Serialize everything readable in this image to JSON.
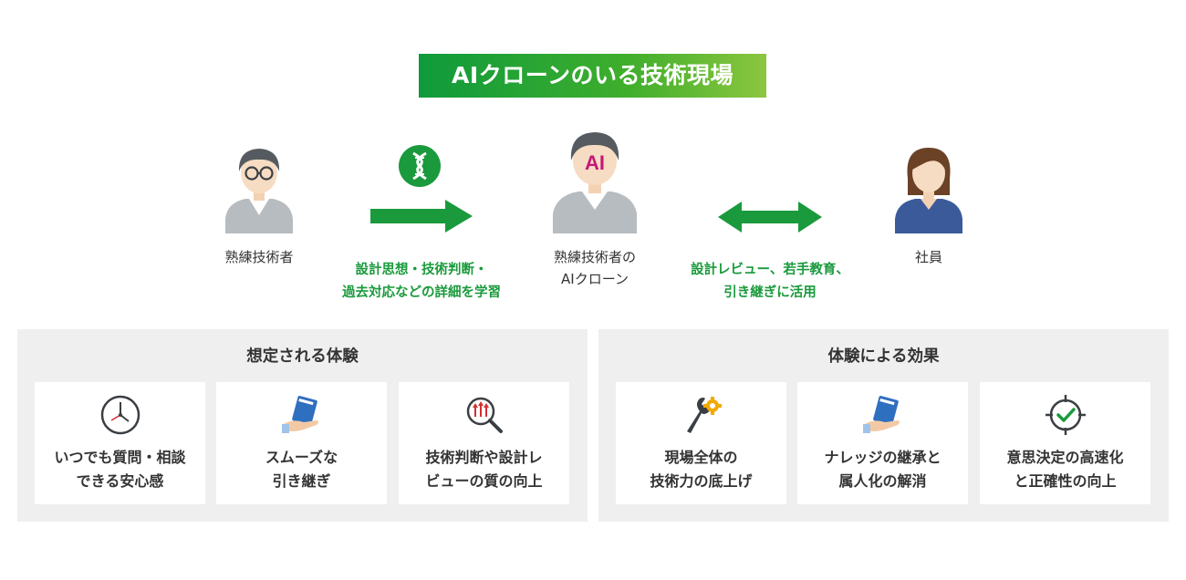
{
  "title": "AIクローンのいる技術現場",
  "colors": {
    "accent_green": "#1a9a3c",
    "gradient_end": "#8cc63f",
    "panel_bg": "#efefef",
    "person_gray": "#b7bcc0",
    "employee_blue": "#3b5a9a"
  },
  "people": {
    "expert": {
      "label": "熟練技術者",
      "icon": "person-with-glasses-icon"
    },
    "clone": {
      "label_line1": "熟練技術者の",
      "label_line2": "AIクローン",
      "face_text": "AI",
      "icon": "ai-clone-person-icon"
    },
    "employee": {
      "label": "社員",
      "icon": "female-employee-icon"
    }
  },
  "flows": {
    "learn": {
      "icon": "dna-icon",
      "line1": "設計思想・技術判断・",
      "line2": "過去対応などの詳細を学習"
    },
    "use": {
      "line1": "設計レビュー、若手教育、",
      "line2": "引き継ぎに活用"
    }
  },
  "experience_panel": {
    "title": "想定される体験",
    "cards": [
      {
        "icon": "clock-icon",
        "line1": "いつでも質問・相談",
        "line2": "できる安心感"
      },
      {
        "icon": "handover-book-icon",
        "line1": "スムーズな",
        "line2": "引き継ぎ"
      },
      {
        "icon": "magnifier-improvement-icon",
        "line1": "技術判断や設計レ",
        "line2": "ビューの質の向上"
      }
    ]
  },
  "effect_panel": {
    "title": "体験による効果",
    "cards": [
      {
        "icon": "wrench-gear-icon",
        "line1": "現場全体の",
        "line2": "技術力の底上げ"
      },
      {
        "icon": "handover-book-icon",
        "line1": "ナレッジの継承と",
        "line2": "属人化の解消"
      },
      {
        "icon": "target-check-icon",
        "line1": "意思決定の高速化",
        "line2": "と正確性の向上"
      }
    ]
  }
}
